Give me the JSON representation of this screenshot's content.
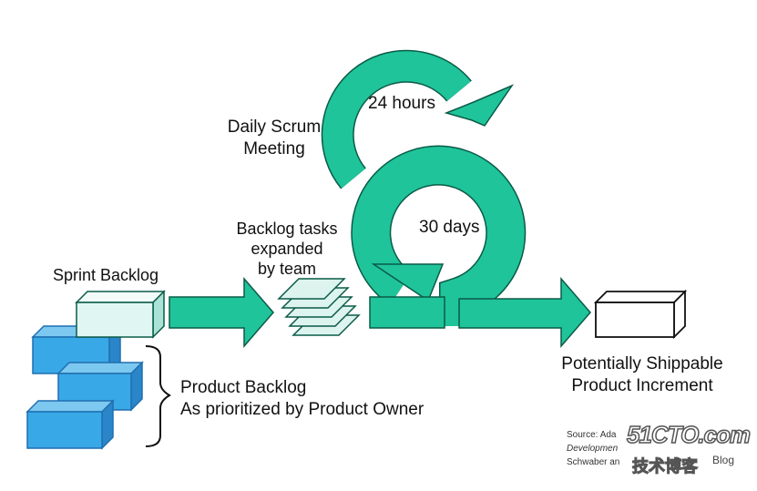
{
  "labels": {
    "daily_scrum": "Daily Scrum\nMeeting",
    "hours": "24 hours",
    "days": "30 days",
    "backlog_tasks": "Backlog tasks\nexpanded\nby team",
    "sprint_backlog": "Sprint Backlog",
    "product_backlog": "Product Backlog\nAs prioritized by Product Owner",
    "increment": "Potentially Shippable\nProduct Increment"
  },
  "source": {
    "line1": "Source: Ada",
    "line2": "Developmen",
    "line3": "Schwaber an"
  },
  "watermark": {
    "brand": "51CTO.com",
    "sub": "技术博客",
    "blog": "Blog"
  },
  "colors": {
    "teal": "#1fc49a",
    "teal_dark": "#0a5b47",
    "block_blue": "#39a8e6",
    "block_blue_dark": "#1f6fb0",
    "sprint_fill": "#e0f6f2"
  }
}
